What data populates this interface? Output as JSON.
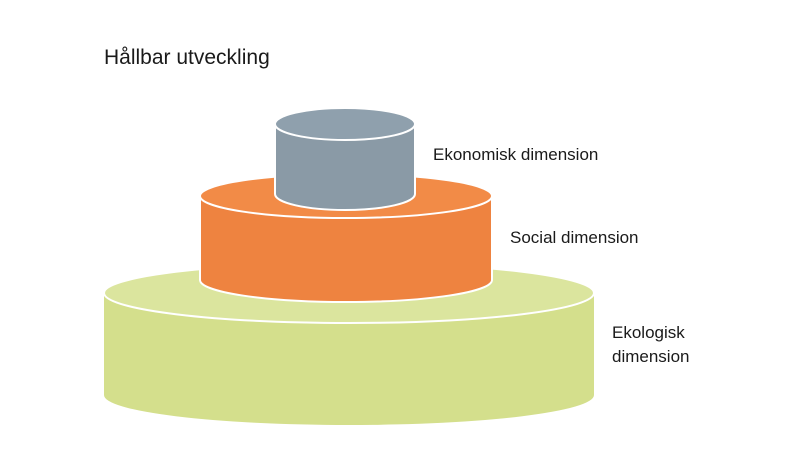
{
  "title": "Hållbar utveckling",
  "tiers": [
    {
      "id": "ecological",
      "label": "Ekologisk dimension",
      "color": "#d4df8c",
      "top_color": "#dbe59e"
    },
    {
      "id": "social",
      "label": "Social dimension",
      "color": "#ee8340",
      "top_color": "#f28b47"
    },
    {
      "id": "economic",
      "label": "Ekonomisk dimension",
      "color": "#8a9aa6",
      "top_color": "#8fa0ad"
    }
  ]
}
